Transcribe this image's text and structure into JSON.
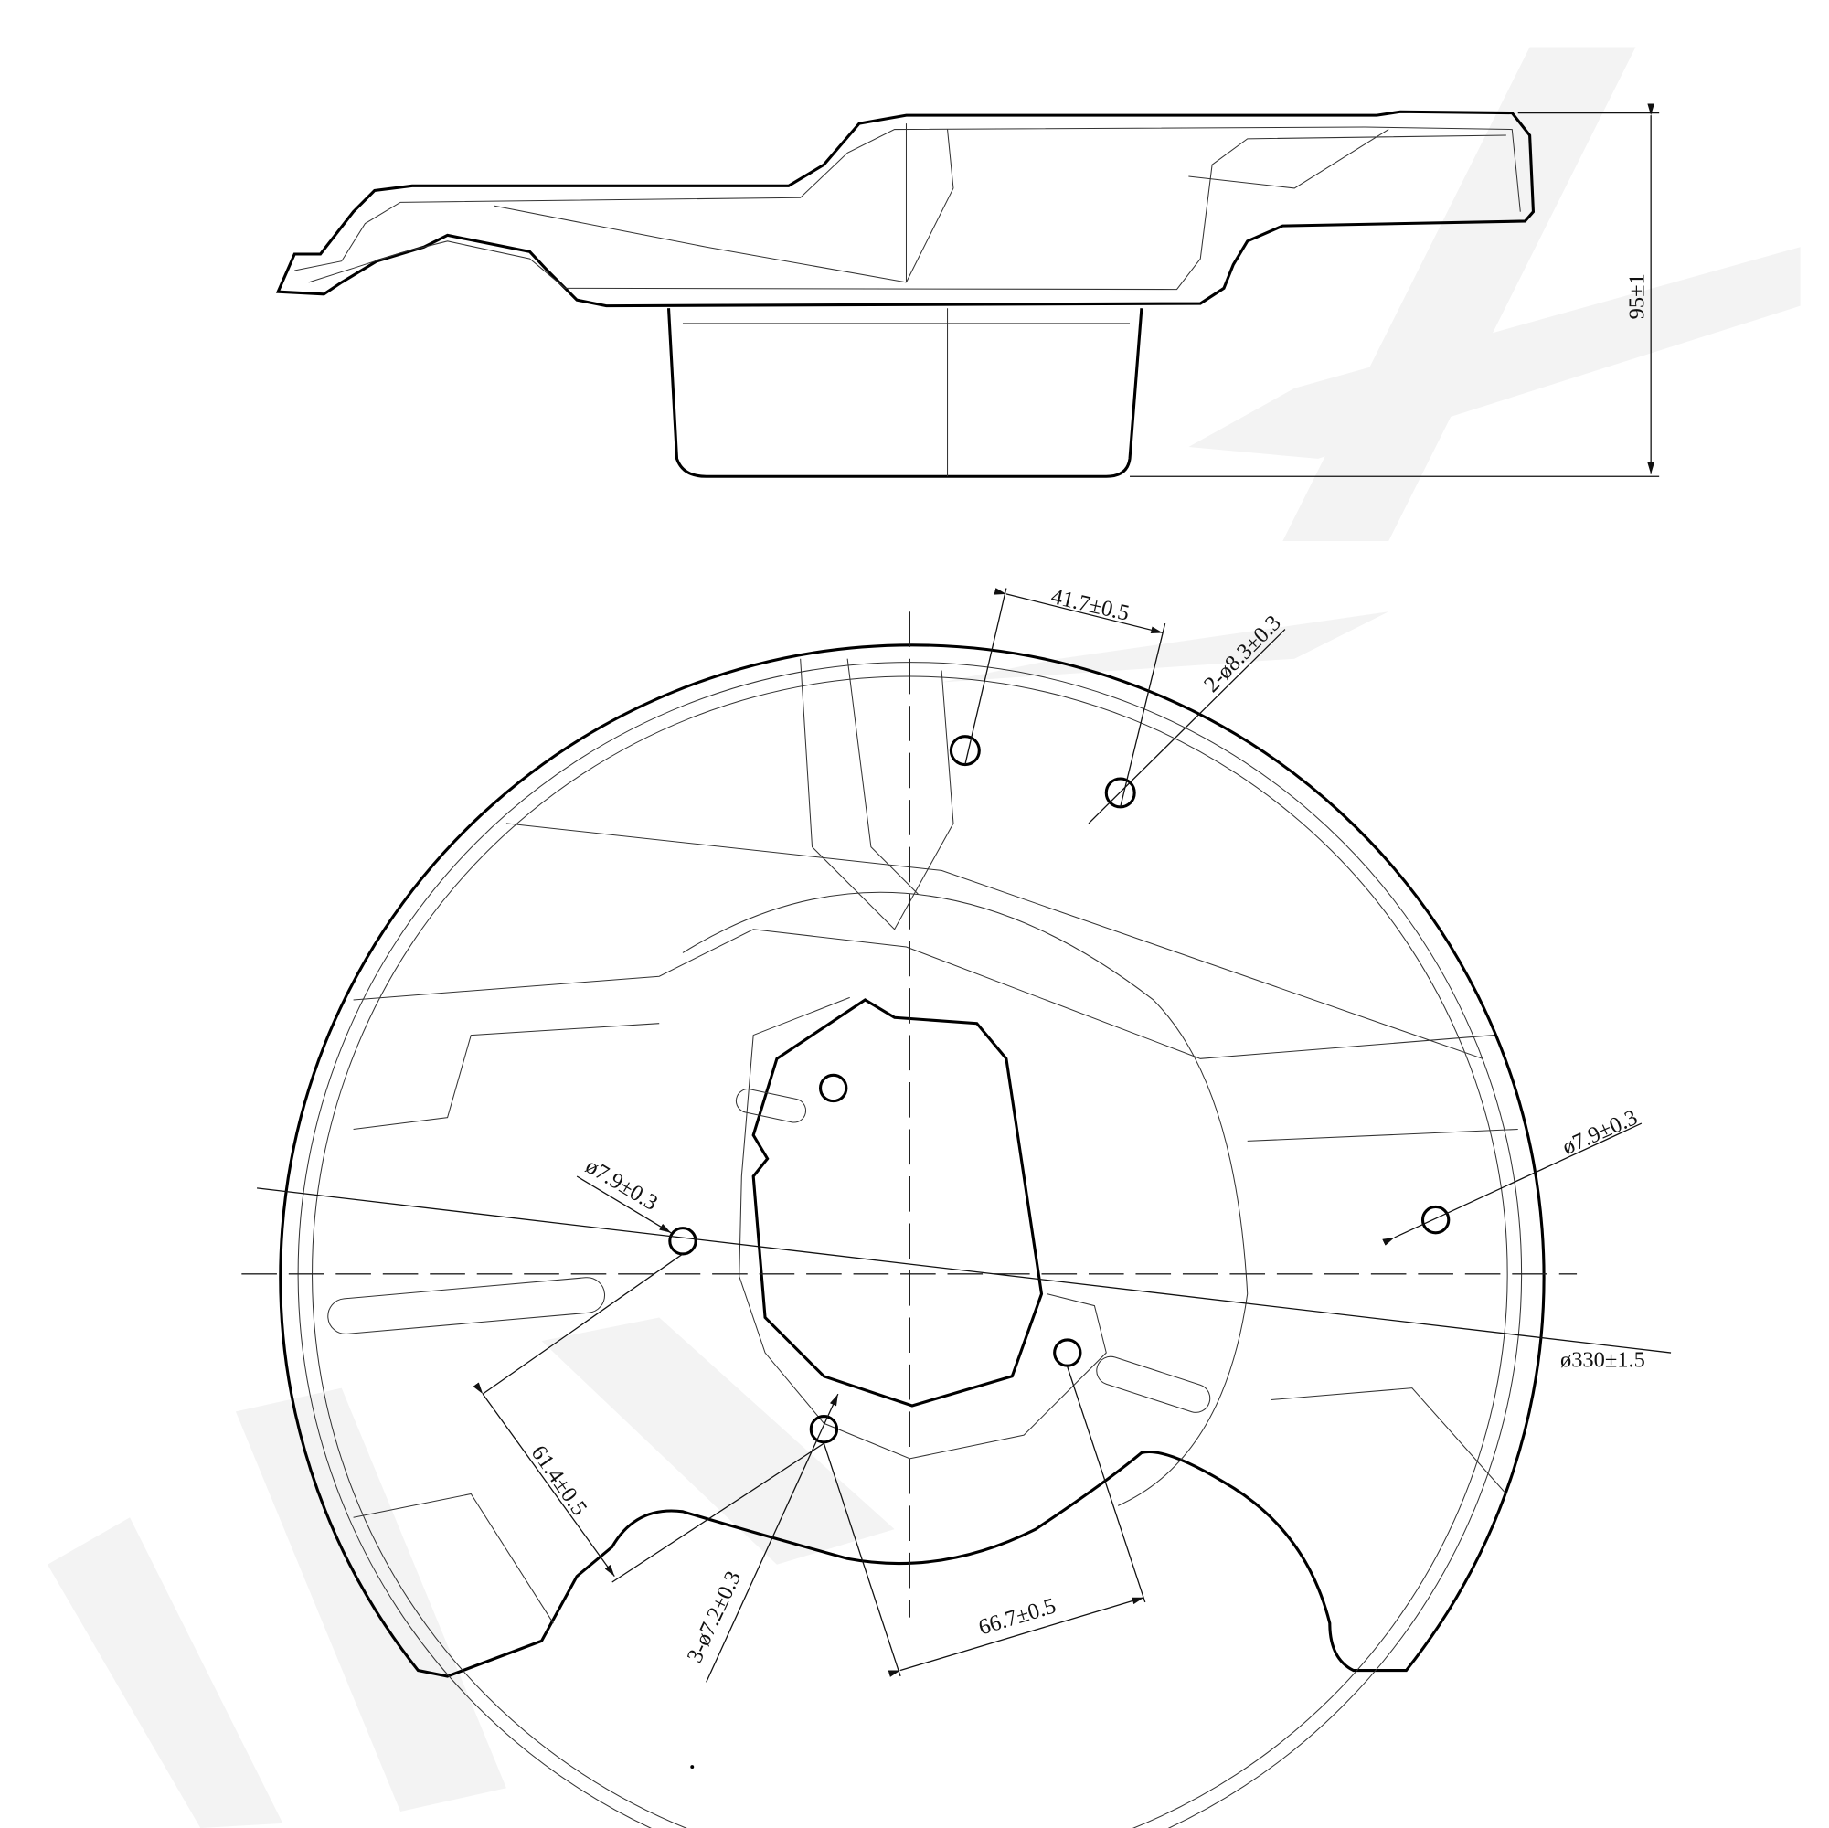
{
  "drawing": {
    "watermark_brand": "brand watermark",
    "side_view": {
      "height_dim": "95±1"
    },
    "front_view": {
      "dims": {
        "hole_spacing_top": "41.7±0.5",
        "top_holes": "2-ø8.3±0.3",
        "left_hole": "ø7.9±0.3",
        "right_hole": "ø7.9±0.3",
        "outer_diameter": "ø330±1.5",
        "left_offset": "61.4±0.5",
        "hub_holes": "3-ø7.2±0.3",
        "hub_spacing": "66.7±0.5"
      }
    }
  }
}
